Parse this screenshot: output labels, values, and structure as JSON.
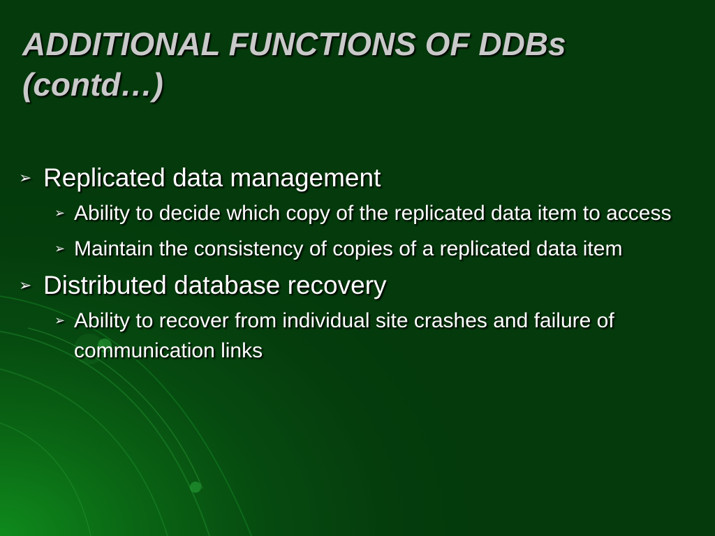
{
  "slide": {
    "title": "ADDITIONAL FUNCTIONS OF DDBs (contd…)",
    "bullet_glyph": "➢",
    "items": [
      {
        "text": "Replicated data management",
        "subitems": [
          "Ability to decide which copy of the replicated data item to access",
          "Maintain the consistency of copies of a replicated data item"
        ]
      },
      {
        "text": "Distributed database recovery",
        "subitems": [
          "Ability to recover from individual site crashes and failure of communication links"
        ]
      }
    ]
  },
  "colors": {
    "background": "#053d0d",
    "background_glow": "#0f8a1c",
    "title": "#c9c9c9",
    "body_text": "#ffffff"
  }
}
